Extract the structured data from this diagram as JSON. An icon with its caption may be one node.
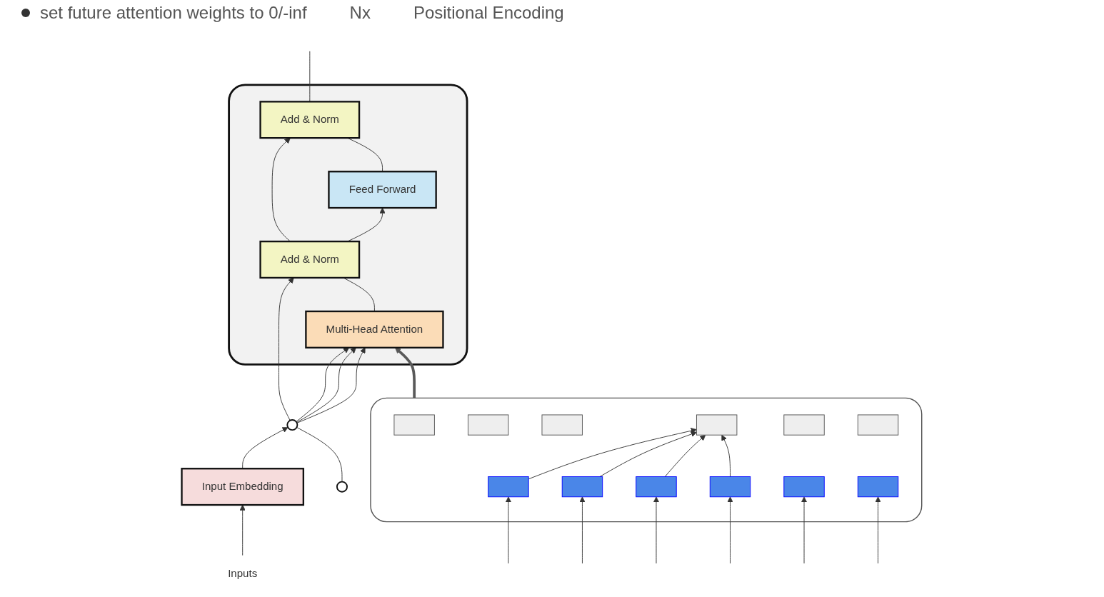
{
  "diagram": {
    "nodes": [
      {
        "text": [],
        "shape": "box"
      },
      {
        "text": [],
        "shape": "bar",
        "in": 0
      },
      {
        "text": [],
        "shape": "bar",
        "in": 0
      },
      {
        "text": [],
        "shape": "bar",
        "in": 0
      },
      {
        "text": [],
        "shape": "bar",
        "in": 0
      },
      {
        "text": [],
        "shape": "bar",
        "in": 0
      },
      {
        "text": [],
        "shape": "bar",
        "in": 0
      },
      {
        "text": [],
        "shape": "bar",
        "in": 0
      },
      {
        "text": [],
        "shape": "bar",
        "in": 0
      },
      {
        "text": [],
        "shape": "bar",
        "in": 0
      },
      {
        "text": [],
        "shape": "bar",
        "in": 0
      },
      {
        "text": [],
        "shape": "bar",
        "in": 0
      },
      {
        "text": [],
        "shape": "bar",
        "in": 0
      },
      {
        "text": [],
        "shape": "box"
      },
      {
        "text": [
          "Add & Norm"
        ],
        "in": 13
      },
      {
        "text": [
          "Feed Forward"
        ],
        "in": 13
      },
      {
        "text": [
          "Add & Norm"
        ],
        "in": 13
      },
      {
        "text": [
          "Multi-Head Attention"
        ],
        "in": 13
      },
      {
        "text": [],
        "shape": "circle"
      },
      {
        "text": [],
        "shape": "circle"
      },
      {
        "text": [
          "Input Embedding"
        ]
      },
      {
        "text": [
          "Inputs"
        ]
      }
    ],
    "edges": [
      {
        "from": null,
        "to": 7,
        "arrow": "to"
      },
      {
        "from": null,
        "to": 8,
        "arrow": "to"
      },
      {
        "from": null,
        "to": 9,
        "arrow": "to"
      },
      {
        "from": null,
        "to": 10,
        "arrow": "to"
      },
      {
        "from": null,
        "to": 11,
        "arrow": "to"
      },
      {
        "from": null,
        "to": 12,
        "arrow": "to"
      },
      {
        "from": 7,
        "to": 4,
        "arrow": "to"
      },
      {
        "from": 8,
        "to": 4,
        "arrow": "to"
      },
      {
        "from": 9,
        "to": 4,
        "arrow": "to"
      },
      {
        "from": 10,
        "to": 4,
        "arrow": "to"
      },
      {
        "from": 0,
        "to": 17,
        "arrow": "to",
        "style": "thick",
        "color": "#595959"
      },
      {
        "from": 21,
        "to": 20,
        "arrow": "to"
      },
      {
        "from": 20,
        "to": 19,
        "arrow": "to"
      },
      {
        "from": 18,
        "to": 19,
        "arrow": "none"
      },
      {
        "from": 19,
        "to": 17,
        "arrow": "to"
      },
      {
        "from": 19,
        "to": 17,
        "arrow": "to"
      },
      {
        "from": 19,
        "to": 17,
        "arrow": "to"
      },
      {
        "from": 19,
        "to": 16,
        "arrow": "to"
      },
      {
        "from": 17,
        "to": 16,
        "arrow": "none"
      },
      {
        "from": 16,
        "to": 15,
        "arrow": "to"
      },
      {
        "from": 16,
        "to": 14,
        "arrow": "to"
      },
      {
        "from": 15,
        "to": 14,
        "arrow": "none"
      },
      {
        "from": 14,
        "to": null,
        "arrow": "none"
      }
    ],
    "labels": [
      "set future attention weights to 0/-inf",
      "Nx",
      "Positional Encoding"
    ]
  }
}
